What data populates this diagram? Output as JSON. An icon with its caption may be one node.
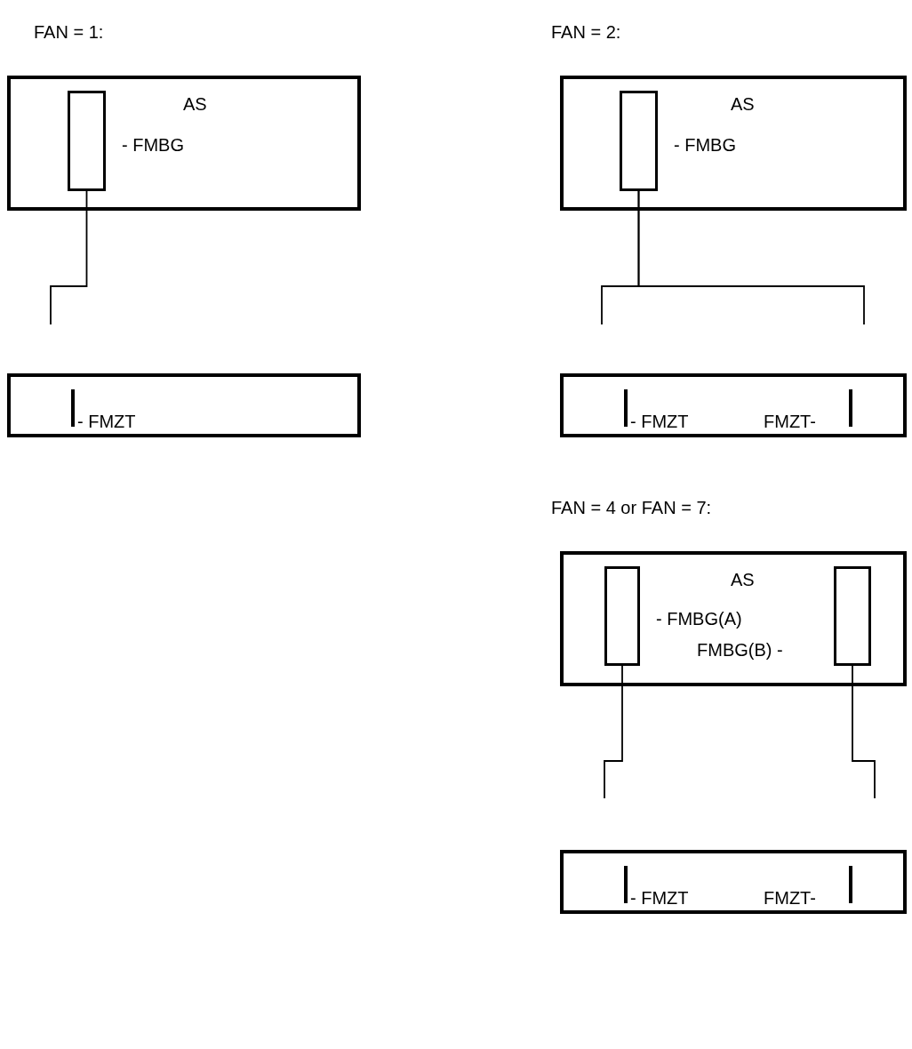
{
  "diagram": {
    "nodes": [
      {
        "text": [
          "AS"
        ]
      },
      {
        "text": [],
        "shape": "box",
        "in": 0,
        "beside": [
          "- FMBG"
        ]
      },
      {
        "text": [
          "- FMZT"
        ]
      },
      {
        "text": [
          "AS"
        ]
      },
      {
        "text": [],
        "shape": "box",
        "in": 3,
        "beside": [
          "- FMBG"
        ]
      },
      {
        "text": [
          "- FMZT",
          "FMZT-"
        ]
      },
      {
        "text": [
          "AS"
        ]
      },
      {
        "text": [],
        "shape": "box",
        "in": 6,
        "beside": [
          "- FMBG(A)"
        ]
      },
      {
        "text": [],
        "shape": "box",
        "in": 6,
        "beside": [
          "FMBG(B) -"
        ]
      },
      {
        "text": [
          "- FMZT",
          "FMZT-"
        ]
      }
    ],
    "edges": [
      {
        "from": 1,
        "to": null,
        "arrow": "none"
      },
      {
        "from": 4,
        "to": null,
        "arrow": "none"
      },
      {
        "from": 4,
        "to": null,
        "arrow": "none"
      },
      {
        "from": 7,
        "to": null,
        "arrow": "none"
      },
      {
        "from": 8,
        "to": null,
        "arrow": "none"
      }
    ],
    "labels": [
      "FAN = 1:",
      "FAN = 2:",
      "FAN = 4 or FAN = 7:"
    ]
  }
}
